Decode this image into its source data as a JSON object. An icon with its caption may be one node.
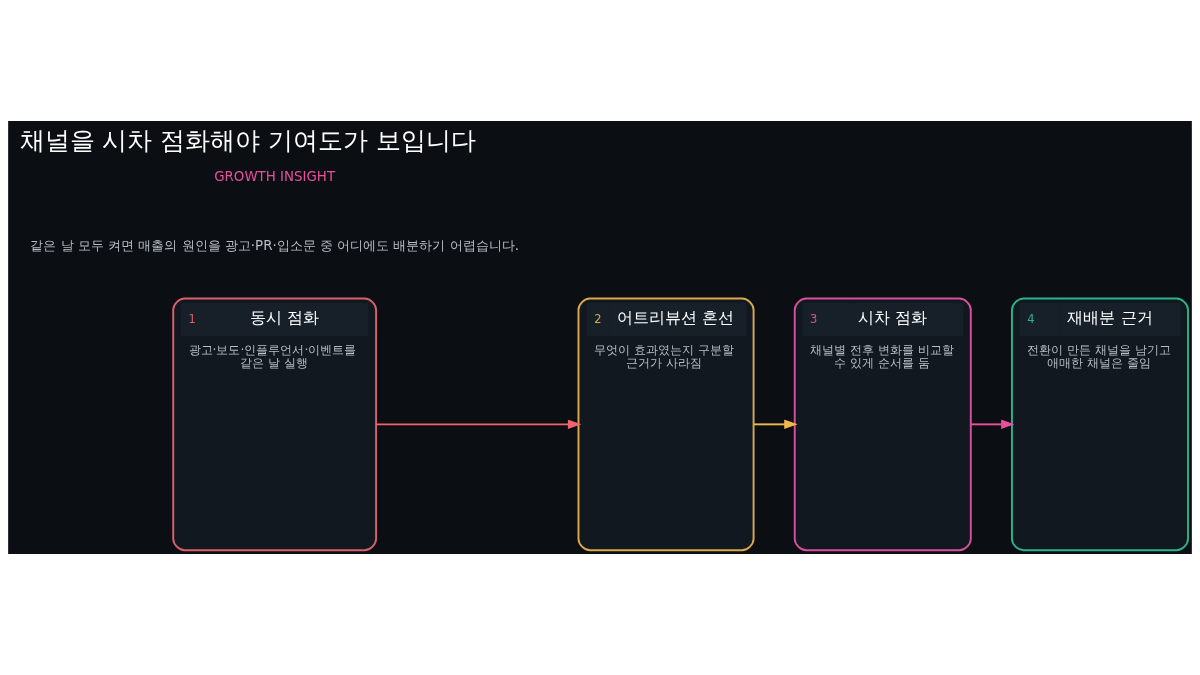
{
  "diagram": {
    "title": "채널을 시차 점화해야 기여도가 보입니다",
    "nodes": [
      {
        "text": [
          "1",
          "동시 점화",
          "광고·보도·인플루언서·이벤트를 같은 날 실행"
        ]
      },
      {
        "text": [
          "2",
          "어트리뷰션 혼선",
          "무엇이 효과였는지 구분할 근거가 사라짐"
        ]
      },
      {
        "text": [
          "3",
          "시차 점화",
          "채널별 전후 변화를 비교할 수 있게 순서를 둠"
        ]
      },
      {
        "text": [
          "4",
          "재배분 근거",
          "전환이 만든 채널을 남기고 애매한 채널은 줄임"
        ]
      }
    ],
    "edges": [
      {
        "from": 0,
        "to": 1,
        "arrow": "to",
        "color": "#f0646e"
      },
      {
        "from": 1,
        "to": 2,
        "arrow": "to",
        "color": "#f2b84b"
      },
      {
        "from": 2,
        "to": 3,
        "arrow": "to",
        "color": "#e8509a"
      }
    ],
    "labels": [
      "GROWTH INSIGHT",
      "같은 날 모두 켜면 매출의 원인을 광고·PR·입소문 중 어디에도 배분하기 어렵습니다."
    ]
  }
}
